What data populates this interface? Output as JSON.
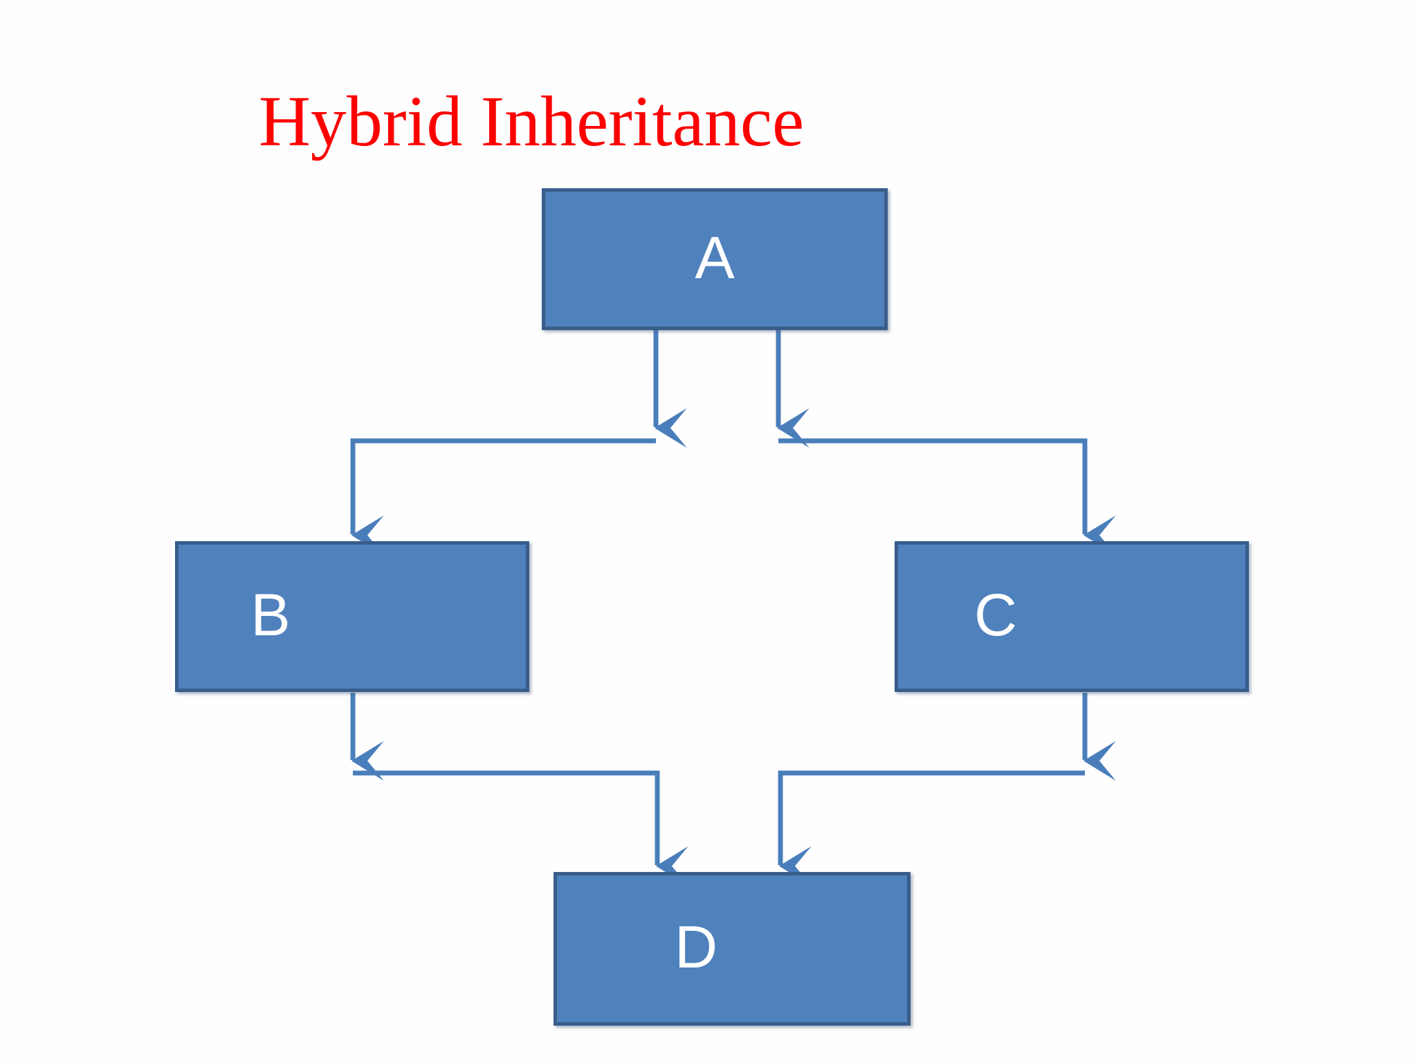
{
  "slide": {
    "title": "Hybrid Inheritance",
    "title_color": "#FF0000",
    "background_color": "#FFFFFF"
  },
  "diagram": {
    "type": "inheritance-hierarchy",
    "node_fill_color": "#4F81BD",
    "node_border_color": "#385D8A",
    "node_text_color": "#FFFFFF",
    "connector_color": "#4A7EBB",
    "nodes": [
      {
        "id": "A",
        "label": "A"
      },
      {
        "id": "B",
        "label": "B"
      },
      {
        "id": "C",
        "label": "C"
      },
      {
        "id": "D",
        "label": "D"
      }
    ],
    "edges": [
      {
        "from": "A",
        "to": "B",
        "arrowheads": 2
      },
      {
        "from": "A",
        "to": "C",
        "arrowheads": 2
      },
      {
        "from": "B",
        "to": "D",
        "arrowheads": 2
      },
      {
        "from": "C",
        "to": "D",
        "arrowheads": 2
      }
    ]
  }
}
